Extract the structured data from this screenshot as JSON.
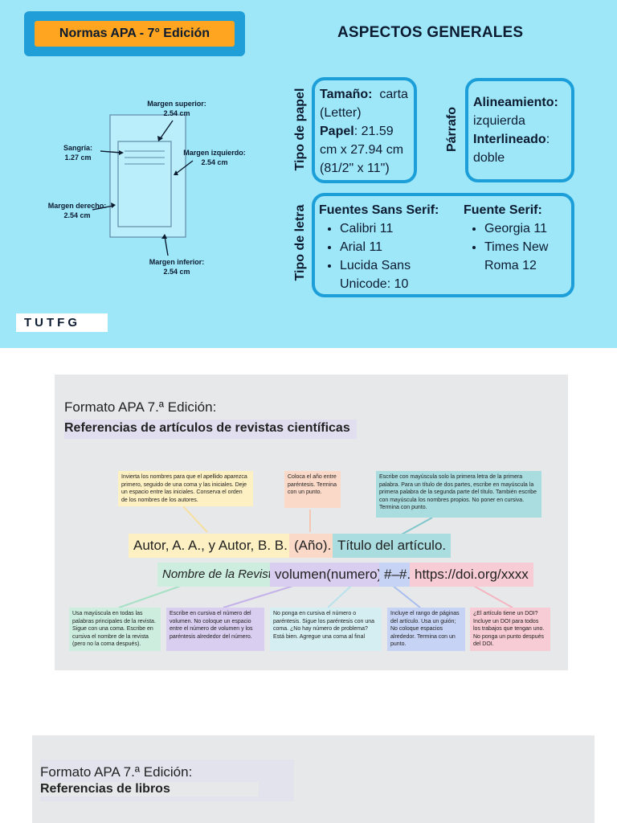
{
  "header": {
    "badge": "Normas APA - 7° Edición",
    "title": "ASPECTOS GENERALES"
  },
  "margins": {
    "superior": [
      "Margen superior:",
      "2.54 cm"
    ],
    "izquierdo": [
      "Margen izquierdo:",
      "2.54 cm"
    ],
    "sangria": [
      "Sangría:",
      "1.27 cm"
    ],
    "derecho": [
      "Margen derecho:",
      "2.54 cm"
    ],
    "inferior": [
      "Margen inferior:",
      "2.54 cm"
    ]
  },
  "papel": {
    "vlabel": "Tipo de papel",
    "tamano_label": "Tamaño:",
    "tamano_value": "carta",
    "tamano_value2": "(Letter)",
    "papel_label": "Papel",
    "papel_value": ": 21.59",
    "papel_value2": "cm x 27.94 cm",
    "papel_value3": "(81/2\" x 11\")"
  },
  "parrafo": {
    "vlabel": "Párrafo",
    "alineamiento_label": "Alineamiento:",
    "alineamiento_value": "izquierda",
    "interlineado_label": "Interlineado",
    "interlineado_value": ":",
    "interlineado_value2": "doble"
  },
  "letra": {
    "vlabel": "Tipo de letra",
    "sans_title": "Fuentes Sans Serif:",
    "sans": [
      "Calibri 11",
      "Arial 11",
      "Lucida Sans Unicode: 10"
    ],
    "serif_title": "Fuente Serif:",
    "serif": [
      "Georgia 11",
      "Times New Roma 12"
    ]
  },
  "logo": {
    "text": "TUTFG"
  },
  "articulos": {
    "title": "Formato APA 7.ª Edición:",
    "subtitle": "Referencias de artículos de revistas científicas",
    "notes_top": [
      "Invierta los nombres para que el apellido aparezca primero, seguido de una coma y las iniciales. Deje un espacio entre las iniciales. Conserva el orden de los nombres de los autores.",
      "Coloca el año entre paréntesis. Termina con un punto.",
      "Escribe con mayúscula solo la primera letra de la primera palabra. Para un título de dos partes, escribe en mayúscula la primera palabra de la segunda parte del título. También escribe con mayúscula los nombres propios. No poner en cursiva. Termina con punto."
    ],
    "chips_row1": [
      "Autor, A. A., y Autor, B. B.",
      "(Año).",
      "Título del artículo."
    ],
    "chips_row2": [
      "Nombre de la Revista,",
      "volumen(numero),",
      "#–#.",
      "https://doi.org/xxxx"
    ],
    "notes_bottom": [
      "Usa mayúscula en todas las palabras principales de la revista. Sigue con una coma. Escribe en cursiva el nombre de la revista (pero no la coma después).",
      "Escribe en cursiva el número del volumen. No coloque un espacio entre el número de volumen y los paréntesis alrededor del número.",
      "No ponga en cursiva el número o paréntesis. Sigue los paréntesis con una coma. ¿No hay número de problema? Está bien. Agregue una coma al final",
      "Incluye el rango de páginas del artículo. Usa un guión; No coloque espacios alrededor. Termina con un punto.",
      "¿El artículo tiene un DOI? Incluye un DOI para todos los trabajos que tengan uno. No ponga un punto después del DOI."
    ]
  },
  "libros": {
    "title": "Formato APA 7.ª Edición:",
    "subtitle": "Referencias de libros"
  },
  "colors": {
    "bg_section1": "#9ee7f9",
    "accent_blue": "#1c9ed9",
    "badge_orange": "#ffa51f",
    "note_yellow": "#fdf0c2",
    "note_peach": "#fbd9c8",
    "note_teal": "#a9dde0",
    "note_green": "#cdeedf",
    "note_purple": "#d9cdf0",
    "note_lightblue": "#d4eef2",
    "note_blue": "#c6d3f4",
    "note_pink": "#f8ccd4"
  }
}
